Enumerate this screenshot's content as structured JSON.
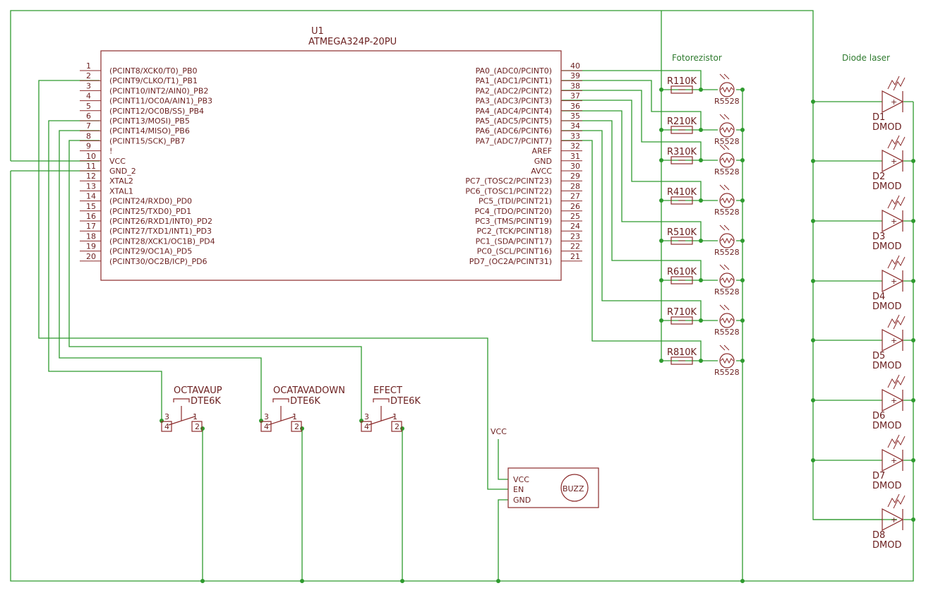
{
  "mcu": {
    "ref": "U1",
    "value": "ATMEGA324P-20PU",
    "left_pins": [
      {
        "num": "1",
        "name": "(PCINT8/XCK0/T0)_PB0"
      },
      {
        "num": "2",
        "name": "(PCINT9/CLKO/T1)_PB1"
      },
      {
        "num": "3",
        "name": "(PCINT10/INT2/AIN0)_PB2"
      },
      {
        "num": "4",
        "name": "(PCINT11/OC0A/AIN1)_PB3"
      },
      {
        "num": "5",
        "name": "(PCINT12/OC0B/SS)_PB4"
      },
      {
        "num": "6",
        "name": "(PCINT13/MOSI)_PB5"
      },
      {
        "num": "7",
        "name": "(PCINT14/MISO)_PB6"
      },
      {
        "num": "8",
        "name": "(PCINT15/SCK)_PB7"
      },
      {
        "num": "9",
        "name": "!"
      },
      {
        "num": "10",
        "name": "VCC"
      },
      {
        "num": "11",
        "name": "GND_2"
      },
      {
        "num": "12",
        "name": "XTAL2"
      },
      {
        "num": "13",
        "name": "XTAL1"
      },
      {
        "num": "14",
        "name": "(PCINT24/RXD0)_PD0"
      },
      {
        "num": "15",
        "name": "(PCINT25/TXD0)_PD1"
      },
      {
        "num": "16",
        "name": "(PCINT26/RXD1/INT0)_PD2"
      },
      {
        "num": "17",
        "name": "(PCINT27/TXD1/INT1)_PD3"
      },
      {
        "num": "18",
        "name": "(PCINT28/XCK1/OC1B)_PD4"
      },
      {
        "num": "19",
        "name": "(PCINT29/OC1A)_PD5"
      },
      {
        "num": "20",
        "name": "(PCINT30/OC2B/ICP)_PD6"
      }
    ],
    "right_pins": [
      {
        "num": "40",
        "name": "PA0_(ADC0/PCINT0)"
      },
      {
        "num": "39",
        "name": "PA1_(ADC1/PCINT1)"
      },
      {
        "num": "38",
        "name": "PA2_(ADC2/PCINT2)"
      },
      {
        "num": "37",
        "name": "PA3_(ADC3/PCINT3)"
      },
      {
        "num": "36",
        "name": "PA4_(ADC4/PCINT4)"
      },
      {
        "num": "35",
        "name": "PA5_(ADC5/PCINT5)"
      },
      {
        "num": "34",
        "name": "PA6_(ADC6/PCINT6)"
      },
      {
        "num": "33",
        "name": "PA7_(ADC7/PCINT7)"
      },
      {
        "num": "32",
        "name": "AREF"
      },
      {
        "num": "31",
        "name": "GND"
      },
      {
        "num": "30",
        "name": "AVCC"
      },
      {
        "num": "29",
        "name": "PC7_(TOSC2/PCINT23)"
      },
      {
        "num": "28",
        "name": "PC6_(TOSC1/PCINT22)"
      },
      {
        "num": "27",
        "name": "PC5_(TDI/PCINT21)"
      },
      {
        "num": "26",
        "name": "PC4_(TDO/PCINT20)"
      },
      {
        "num": "25",
        "name": "PC3_(TMS/PCINT19)"
      },
      {
        "num": "24",
        "name": "PC2_(TCK/PCINT18)"
      },
      {
        "num": "23",
        "name": "PC1_(SDA/PCINT17)"
      },
      {
        "num": "22",
        "name": "PC0_(SCL/PCINT16)"
      },
      {
        "num": "21",
        "name": "PD7_(OC2A/PCINT31)"
      }
    ]
  },
  "labels": {
    "fotorezistor": "Fotorezistor",
    "diode_laser": "Diode laser",
    "vcc_net": "VCC"
  },
  "resistors": [
    {
      "ref": "R1",
      "value": "10K"
    },
    {
      "ref": "R2",
      "value": "10K"
    },
    {
      "ref": "R3",
      "value": "10K"
    },
    {
      "ref": "R4",
      "value": "10K"
    },
    {
      "ref": "R5",
      "value": "10K"
    },
    {
      "ref": "R6",
      "value": "10K"
    },
    {
      "ref": "R7",
      "value": "10K"
    },
    {
      "ref": "R8",
      "value": "10K"
    }
  ],
  "photoresistor_value": "R5528",
  "diodes": [
    {
      "ref": "D1",
      "value": "DMOD"
    },
    {
      "ref": "D2",
      "value": "DMOD"
    },
    {
      "ref": "D3",
      "value": "DMOD"
    },
    {
      "ref": "D4",
      "value": "DMOD"
    },
    {
      "ref": "D5",
      "value": "DMOD"
    },
    {
      "ref": "D6",
      "value": "DMOD"
    },
    {
      "ref": "D7",
      "value": "DMOD"
    },
    {
      "ref": "D8",
      "value": "DMOD"
    }
  ],
  "buttons": [
    {
      "ref": "OCTAVAUP",
      "value": "DTE6K"
    },
    {
      "ref": "OCATAVADOWN",
      "value": "DTE6K"
    },
    {
      "ref": "EFECT",
      "value": "DTE6K"
    }
  ],
  "button_pins": {
    "p1": "1",
    "p2": "2",
    "p3": "3",
    "p4": "4"
  },
  "buzzer": {
    "label": "BUZZ",
    "pins": [
      "VCC",
      "EN",
      "GND"
    ]
  }
}
